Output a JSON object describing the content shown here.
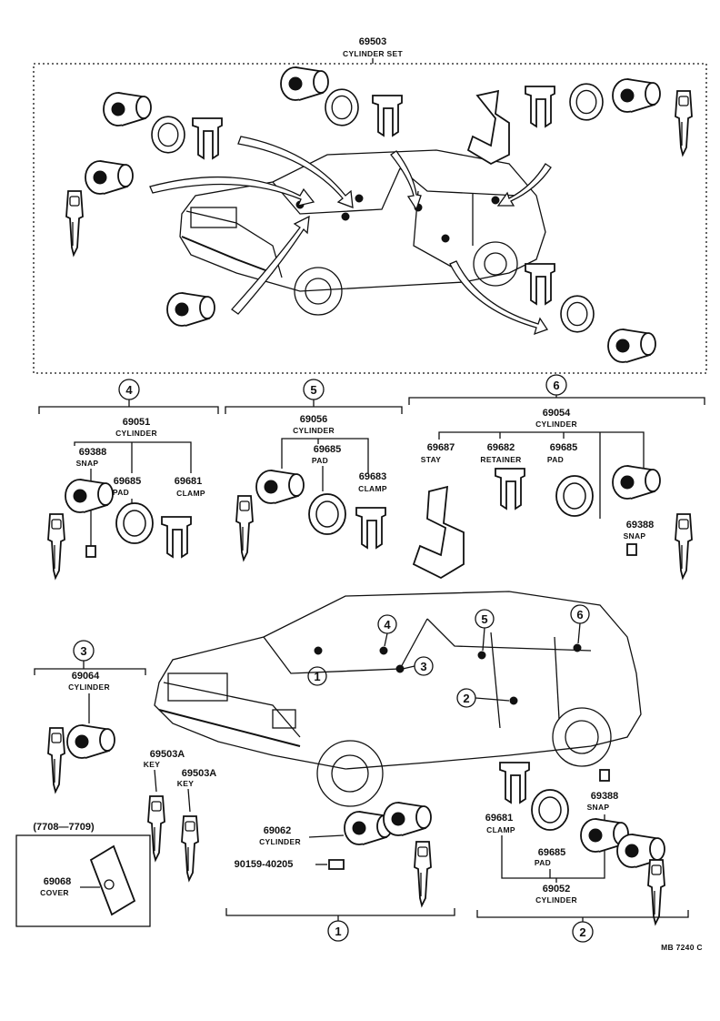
{
  "set": {
    "part_no": "69503",
    "name": "CYLINDER SET"
  },
  "groups": [
    {
      "num": "1",
      "cylinder_no": "69062",
      "cylinder": "CYLINDER",
      "screw_no": "90159-40205"
    },
    {
      "num": "2",
      "cylinder_no": "69052",
      "cylinder": "CYLINDER",
      "clamp_no": "69681",
      "clamp": "CLAMP",
      "pad_no": "69685",
      "pad": "PAD",
      "snap_no": "69388",
      "snap": "SNAP"
    },
    {
      "num": "3",
      "cylinder_no": "69064",
      "cylinder": "CYLINDER"
    },
    {
      "num": "4",
      "cylinder_no": "69051",
      "cylinder": "CYLINDER",
      "snap_no": "69388",
      "snap": "SNAP",
      "pad_no": "69685",
      "pad": "PAD",
      "clamp_no": "69681",
      "clamp": "CLAMP"
    },
    {
      "num": "5",
      "cylinder_no": "69056",
      "cylinder": "CYLINDER",
      "pad_no": "69685",
      "pad": "PAD",
      "clamp_no": "69683",
      "clamp": "CLAMP"
    },
    {
      "num": "6",
      "cylinder_no": "69054",
      "cylinder": "CYLINDER",
      "stay_no": "69687",
      "stay": "STAY",
      "retainer_no": "69682",
      "retainer": "RETAINER",
      "pad_no": "69685",
      "pad": "PAD",
      "snap_no": "69388",
      "snap": "SNAP"
    }
  ],
  "keys": [
    {
      "part_no": "69503A",
      "name": "KEY"
    },
    {
      "part_no": "69503A",
      "name": "KEY"
    }
  ],
  "cover": {
    "date_range": "(7708—7709)",
    "part_no": "69068",
    "name": "COVER"
  },
  "car_callouts": [
    "1",
    "2",
    "3",
    "4",
    "5",
    "6"
  ],
  "drawing_code": "MB 7240 C"
}
